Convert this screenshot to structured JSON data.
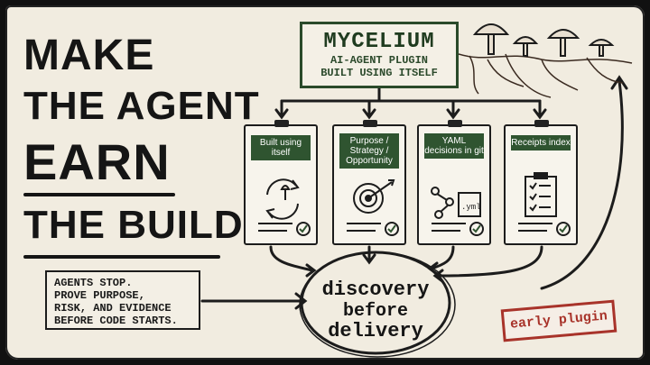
{
  "headline": {
    "line1": "MAKE",
    "line2": "THE AGENT",
    "line3": "EARN",
    "line4": "THE BUILD"
  },
  "title_box": {
    "brand": "MYCELIUM",
    "tagline_line1": "AI-AGENT PLUGIN",
    "tagline_line2": "BUILT USING ITSELF"
  },
  "cards": [
    {
      "label": "Built using itself",
      "icon": "cycle-mushroom-icon"
    },
    {
      "label": "Purpose / Strategy / Opportunity",
      "icon": "target-arrow-icon"
    },
    {
      "label": "YAML decisions in git",
      "icon": "git-branch-yml-icon"
    },
    {
      "label": "Receipts index",
      "icon": "clipboard-checklist-icon"
    }
  ],
  "note": {
    "line1": "AGENTS STOP.",
    "line2": "PROVE PURPOSE,",
    "line3": "RISK, AND EVIDENCE",
    "line4": "BEFORE CODE STARTS."
  },
  "center": {
    "line1": "discovery",
    "line2": "before",
    "line3": "delivery"
  },
  "yml_file": ".yml",
  "stamp": "early plugin",
  "colors": {
    "paper": "#f1ece0",
    "ink": "#1c1c1c",
    "green": "#2f5430",
    "stamp_red": "#a8332a"
  }
}
